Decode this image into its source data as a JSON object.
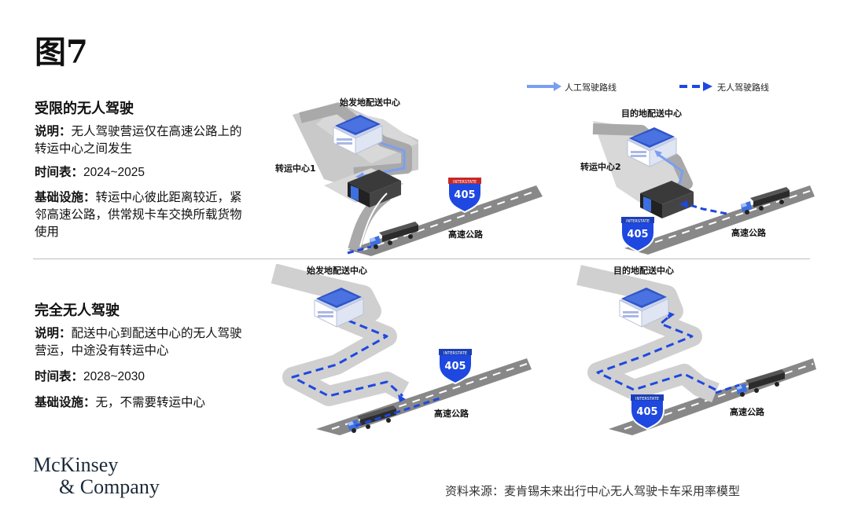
{
  "figure_title": "图7",
  "legend": {
    "manual_route": "人工驾驶路线",
    "driverless_route": "无人驾驶路线",
    "manual_color": "#7b9ef0",
    "driverless_color": "#1e48e0"
  },
  "section1": {
    "title": "受限的无人驾驶",
    "desc_label": "说明：",
    "desc_text": "无人驾驶营运仅在高速公路上的转运中心之间发生",
    "time_label": "时间表：",
    "time_value": "2024~2025",
    "infra_label": "基础设施：",
    "infra_text": "转运中心彼此距离较近，紧邻高速公路，供常规卡车交换所载货物使用"
  },
  "section2": {
    "title": "完全无人驾驶",
    "desc_label": "说明：",
    "desc_text": "配送中心到配送中心的无人驾驶营运，中途没有转运中心",
    "time_label": "时间表：",
    "time_value": "2028~2030",
    "infra_label": "基础设施：",
    "infra_text": "无，不需要转运中心"
  },
  "diagrams": {
    "d1": {
      "center": "始发地配送中心",
      "hub": "转运中心1",
      "highway": "高速公路",
      "sign_top": "INTERSTATE",
      "sign_num": "405"
    },
    "d2": {
      "center": "目的地配送中心",
      "hub": "转运中心2",
      "highway": "高速公路",
      "sign_top": "INTERSTATE",
      "sign_num": "405"
    },
    "d3": {
      "center": "始发地配送中心",
      "highway": "高速公路",
      "sign_top": "INTERSTATE",
      "sign_num": "405"
    },
    "d4": {
      "center": "目的地配送中心",
      "highway": "高速公路",
      "sign_top": "INTERSTATE",
      "sign_num": "405"
    }
  },
  "logo": {
    "line1": "McKinsey",
    "line2": "& Company"
  },
  "source": "资料来源：麦肯锡未来出行中心无人驾驶卡车采用率模型"
}
